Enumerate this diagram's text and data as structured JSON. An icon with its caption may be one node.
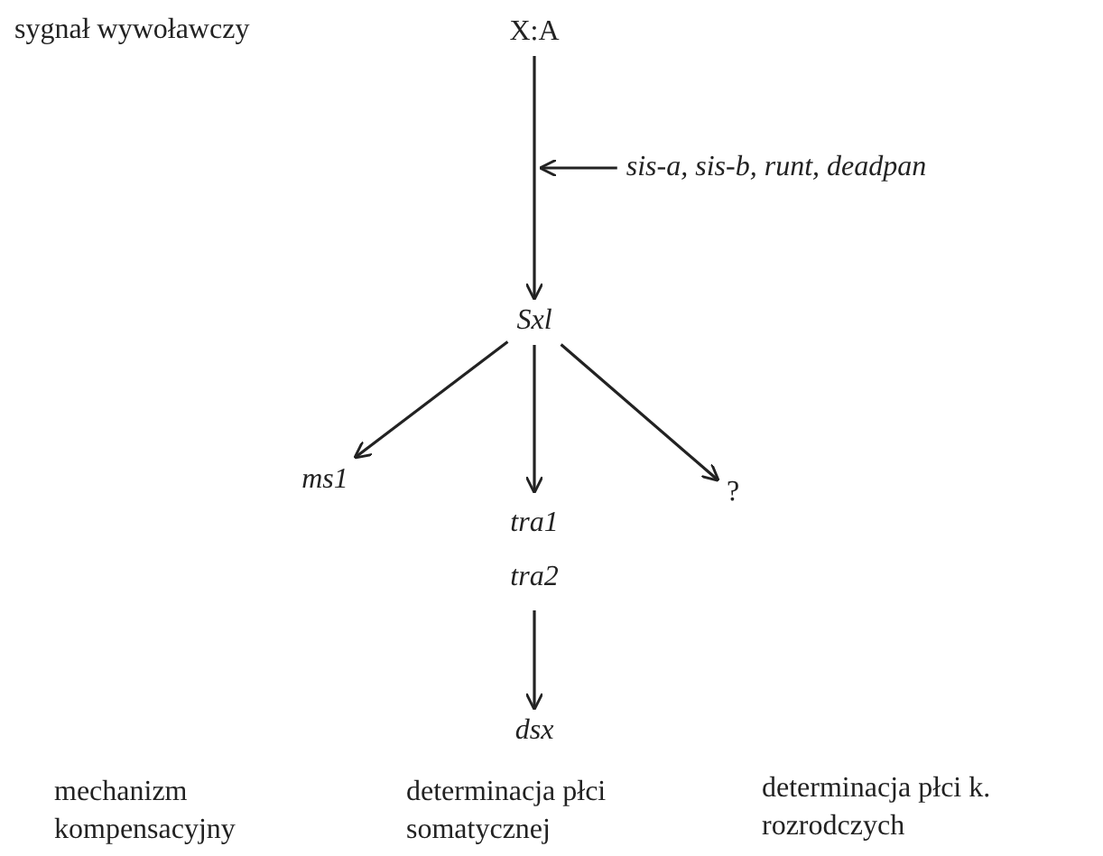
{
  "diagram": {
    "nodes": [
      {
        "text": [
          "X:A"
        ]
      },
      {
        "text": [
          "sis-a, sis-b, runt, deadpan"
        ]
      },
      {
        "text": [
          "Sxl"
        ]
      },
      {
        "text": [
          "ms1"
        ]
      },
      {
        "text": [
          "tra1",
          "tra2"
        ]
      },
      {
        "text": [
          "?"
        ]
      },
      {
        "text": [
          "dsx"
        ]
      }
    ],
    "edges": [
      {
        "from": 0,
        "to": 2,
        "arrow": "to"
      },
      {
        "from": 1,
        "to": null,
        "arrow": "to"
      },
      {
        "from": 2,
        "to": 3,
        "arrow": "to"
      },
      {
        "from": 2,
        "to": 4,
        "arrow": "to"
      },
      {
        "from": 2,
        "to": 5,
        "arrow": "to"
      },
      {
        "from": 4,
        "to": 6,
        "arrow": "to"
      }
    ],
    "labels": [
      "sygnał wywoławczy",
      "mechanizm kompensacyjny",
      "determinacja płci somatycznej",
      "determinacja płci k. rozrodczych"
    ]
  }
}
